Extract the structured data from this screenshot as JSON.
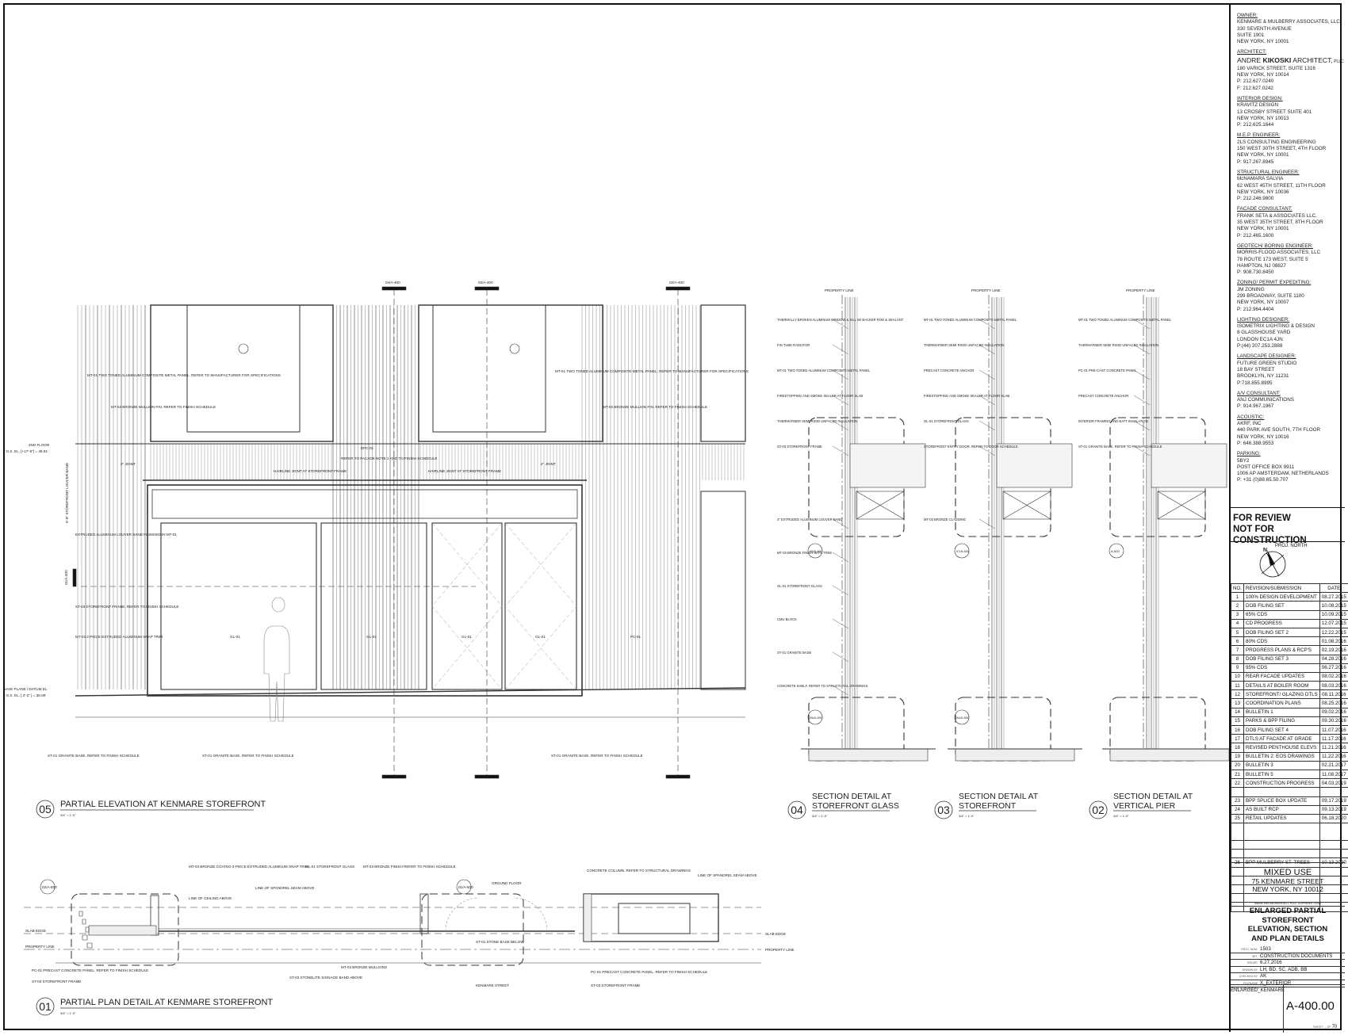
{
  "drawings": {
    "elevation": {
      "number": "05",
      "title": "PARTIAL ELEVATION AT KENMARE STOREFRONT",
      "scale": "3/4\" = 1'-0\"",
      "levels": [
        "2ND FLOOR",
        "T.O.S. EL. [+17'-5\"] = 49.91'",
        "BASE PLANE / DATUM EL.",
        "T.O.S. EL. [ 2'-2\" ] = 36.09'"
      ],
      "section_marks": [
        "04/A-400",
        "03/A-400",
        "02/A-400",
        "01/A-400"
      ],
      "notes": [
        "2\" JOINT",
        "EXTRUDED ALUMINUM LOUVER BAND FINISHED IN MT-01",
        "ST-03 STOREFRONT FRAME. REFER TO FINISH SCHEDULE",
        "MT-03 2 PIECE EXTRUDED ALUMINUM SNAP TRIM",
        "MT-01 TWO TONED ALUMINUM COMPOSITE METAL PANEL. REFER TO MANUFACTURER FOR SPECIFICATIONS",
        "MT-02 BRONZE MULLION FIN. REFER TO FINISH SCHEDULE",
        "HAIRLINE JOINT AT STOREFRONT FRAME",
        "REFER TO FACADE NOTE 1 AND TO FINISH SCHEDULE",
        "ST-01 GRANITE BASE. REFER TO FINISH SCHEDULE",
        "5'-8\" STOREFRONT LOUVER BAND"
      ],
      "tags": [
        "GL-01",
        "GL-01",
        "GL-01",
        "GL-01",
        "PC-01",
        "EPC-01"
      ]
    },
    "sections": [
      {
        "number": "04",
        "title_line1": "SECTION DETAIL AT",
        "title_line2": "STOREFRONT GLASS",
        "scale": "3/4\" = 1'-0\"",
        "property_line": "PROPERTY LINE",
        "callouts": [
          "06/A-500",
          "05/A-500"
        ],
        "notes": [
          "THERMALLY BROKEN ALUMINUM WINDOW & SILL W/ BACKER ROD & SEALANT",
          "FIN TUBE RADIATOR",
          "MT-01 TWO TONED ALUMINUM COMPOSITE METAL PANEL",
          "FIRESTOPPING AND SMOKE SEALER AT FLOOR SLAB",
          "THERMAFIBER SEMI RIGID UNFACED INSULATION",
          "ST-03 STOREFRONT FRAME",
          "4\" EXTRUDED ALUMINUM LOUVER BAND",
          "MT-03 BRONZE FINISH WITH TRIM",
          "GL-01 STOREFRONT GLASS",
          "CMU BLOCK",
          "ST-01 GRANITE BASE",
          "CONCRETE SHELF. REFER TO STRUCTURAL DRAWINGS"
        ]
      },
      {
        "number": "03",
        "title_line1": "SECTION DETAIL AT",
        "title_line2": "STOREFRONT",
        "scale": "3/4\" = 1'-0\"",
        "property_line": "PROPERTY LINE",
        "callouts": [
          "07/A-500",
          "04/A-500"
        ],
        "notes": [
          "MT-01 TWO TONED ALUMINUM COMPOSITE METAL PANEL",
          "THERMAFIBER SEMI RIGID UNFACED INSULATION",
          "PRECAST CONCRETE ANCHOR",
          "FIRESTOPPING AND SMOKE SEALER AT FLOOR SLAB",
          "GL-01 STOREFRONT GLASS",
          "STOREFRONT ENTRY DOOR. REFER TO DOOR SCHEDULE",
          "MT-03 BRONZE CLADDING"
        ]
      },
      {
        "number": "02",
        "title_line1": "SECTION DETAIL AT",
        "title_line2": "VERTICAL PIER",
        "scale": "3/4\" = 1'-0\"",
        "property_line": "PROPERTY LINE",
        "callouts": [
          "A-500"
        ],
        "notes": [
          "MT-01 TWO TONED ALUMINUM COMPOSITE METAL PANEL",
          "THERMAFIBER SEMI RIGID UNFACED INSULATION",
          "PC-01 PRE-CAST CONCRETE PANEL",
          "PRECAST CONCRETE ANCHOR",
          "INTERIOR FRAMING AND BATT INSULATION",
          "ST-01 GRANITE BASE. REFER TO FINISH SCHEDULE"
        ]
      }
    ],
    "plan": {
      "number": "01",
      "title": "PARTIAL PLAN DETAIL AT KENMARE STOREFRONT",
      "scale": "3/4\" = 1'-0\"",
      "lines": [
        "SLAB EDGE",
        "PROPERTY LINE",
        "LINE OF CEILING ABOVE",
        "LINE OF SPANDREL SEAM ABOVE",
        "GROUND FLOOR"
      ],
      "callouts": [
        "02/A-500",
        "01/A-500"
      ],
      "street": "KENMARE STREET",
      "notes": [
        "MT-03 BRONZE COATED 2-PIECE EXTRUDED ALUMINUM SNAP TRIM",
        "GL-01 STOREFRONT GLASS",
        "MT-03 BRONZE FINISH REFER TO FINISH SCHEDULE",
        "CONCRETE COLUMN. REFER TO STRUCTURAL DRAWINGS",
        "PC-01 PRECAST CONCRETE PANEL. REFER TO FINISH SCHEDULE",
        "ST-03 STOREFRONT FRAME",
        "ST-01 STONE BASE BELOW",
        "ST-03 STONELITE SIGNAGE BAND ABOVE",
        "MT-03 BRONZE MULLIONS"
      ]
    }
  },
  "title_block": {
    "consultants": [
      {
        "role": "OWNER:",
        "lines": [
          "KENMARE & MULBERRY ASSOCIATES, LLC",
          "330 SEVENTH AVENUE",
          "SUITE 1901",
          "NEW YORK, NY 10001"
        ]
      },
      {
        "role": "ARCHITECT:",
        "firm_a": "ANDRE ",
        "firm_b": "KIKOSKI",
        "firm_c": " ARCHITECT,",
        "firm_d": " PLLC",
        "lines": [
          "180 VARICK STREET, SUITE 1316",
          "NEW YORK, NY 10014",
          "P: 212.627.0240",
          "F: 212.627.0242"
        ]
      },
      {
        "role": "INTERIOR DESIGN:",
        "lines": [
          "KRAVITZ DESIGN",
          "13 CROSBY STREET SUITE 401",
          "NEW YORK, NY 10013",
          "P: 212.625.1644"
        ]
      },
      {
        "role": "M.E.P. ENGINEER:",
        "lines": [
          "2LS CONSULTING ENGINEERING",
          "150 WEST 30TH STREET, 4TH FLOOR",
          "NEW YORK, NY 10001",
          "P: 917.267.8945"
        ]
      },
      {
        "role": "STRUCTURAL ENGINEER:",
        "lines": [
          "McNAMARA SALVIA",
          "62 WEST 45TH STREET, 11TH FLOOR",
          "NEW YORK, NY 10036",
          "P: 212.246.9800"
        ]
      },
      {
        "role": "FACADE CONSULTANT:",
        "lines": [
          "FRANK SETA & ASSOCIATES LLC.",
          "35 WEST 35TH STREET, 8TH FLOOR",
          "NEW YORK, NY 10001",
          "P: 212.465.1600"
        ]
      },
      {
        "role": "GEOTECH/ BORING ENGINEER:",
        "lines": [
          "MORRIS-FLOOD ASSOCIATES, LLC",
          "78 ROUTE 173 WEST, SUITE 5",
          "HAMPTON, NJ 08827",
          "P: 908.730.8450"
        ]
      },
      {
        "role": "ZONING/ PERMIT EXPEDITING:",
        "lines": [
          "JM ZONING",
          "299 BROADWAY, SUITE 1100",
          "NEW YORK, NY 10007",
          "P: 212.964.4404"
        ]
      },
      {
        "role": "LIGHTING DESIGNER:",
        "lines": [
          "ISOMETRIX LIGHTING & DESIGN",
          "8 GLASSHOUSE YARD",
          "LONDON EC1A 4JN",
          "P:(44) 207.253.2888"
        ]
      },
      {
        "role": "LANDSCAPE DESIGNER:",
        "lines": [
          "FUTURE GREEN STUDIO",
          "18 BAY STREET",
          "BROOKLYN, NY 11231",
          "P:718.855.8995"
        ]
      },
      {
        "role": "A/V CONSULTANT:",
        "lines": [
          "ANJ COMMUNICATIONS",
          "P: 914.967.1967"
        ]
      },
      {
        "role": "ACOUSTIC:",
        "lines": [
          "AKRF, INC",
          "440 PARK AVE SOUTH, 7TH FLOOR",
          "NEW YORK, NY 10016",
          "P: 646.388.9553"
        ]
      },
      {
        "role": "PARKING:",
        "lines": [
          "5BY2",
          "POST OFFICE BOX 9911",
          "1006 AP AMSTERDAM, NETHERLANDS",
          "P: +31 (0)88.65.50.707"
        ]
      }
    ],
    "stamp": [
      "FOR REVIEW",
      "NOT FOR CONSTRUCTION"
    ],
    "north_label": "PROJ. NORTH",
    "revision_headers": [
      "NO.",
      "REVISION/SUBMISSION",
      "DATE"
    ],
    "revisions": [
      [
        "1",
        "100% DESIGN DEVELOPMENT",
        "08.27.2015"
      ],
      [
        "2",
        "DOB FILING SET",
        "10.08.2015"
      ],
      [
        "3",
        "65% CDS",
        "10.09.2015"
      ],
      [
        "4",
        "CD PROGRESS",
        "12.07.2015"
      ],
      [
        "5",
        "DOB FILING SET 2",
        "12.22.2015"
      ],
      [
        "6",
        "80% CDS",
        "01.08.2016"
      ],
      [
        "7",
        "PROGRESS PLANS & RCP'S",
        "02.19.2016"
      ],
      [
        "8",
        "DOB FILING SET 3",
        "04.28.2016"
      ],
      [
        "9",
        "95% CDS",
        "06.27.2016"
      ],
      [
        "10",
        "REAR FACADE UPDATES",
        "08.02.2016"
      ],
      [
        "11",
        "DETAILS AT BOILER ROOM",
        "08.03.2016"
      ],
      [
        "12",
        "STOREFRONT/ GLAZING DTLS",
        "08.11.2016"
      ],
      [
        "13",
        "COORDINATION PLANS",
        "08.25.2016"
      ],
      [
        "14",
        "BULLETIN 1",
        "09.02.2016"
      ],
      [
        "15",
        "PARKS & BPP FILING",
        "09.30.2016"
      ],
      [
        "16",
        "DOB FILING SET 4",
        "11.07.2016"
      ],
      [
        "17",
        "DTLS AT FACADE AT GRADE",
        "11.17.2016"
      ],
      [
        "18",
        "REVISED PENTHOUSE ELEVS.",
        "11.21.2016"
      ],
      [
        "19",
        "BULLETIN 2: EOS DRAWINGS",
        "11.22.2016"
      ],
      [
        "20",
        "BULLETIN 3",
        "02.21.2017"
      ],
      [
        "21",
        "BULLETIN 5",
        "11.08.2017"
      ],
      [
        "22",
        "CONSTRUCTION PROGRESS",
        "04.03.2019"
      ],
      [
        "",
        "",
        ""
      ],
      [
        "23",
        "BPP SPLICE BOX UPDATE",
        "09.17.2019"
      ],
      [
        "24",
        "AS BUILT RCP",
        "09.13.2019"
      ],
      [
        "25",
        "RETAIL UPDATES",
        "06.18.2020"
      ],
      [
        "",
        "",
        ""
      ],
      [
        "",
        "",
        ""
      ],
      [
        "",
        "",
        ""
      ],
      [
        "26",
        "BPP MULBERRY ST. TREES",
        "10.13.2020"
      ],
      [
        "",
        "",
        ""
      ],
      [
        "",
        "",
        ""
      ],
      [
        "",
        "",
        ""
      ],
      [
        "",
        "",
        ""
      ],
      [
        "",
        "",
        ""
      ]
    ],
    "project": {
      "name": "MIXED USE",
      "address1": "75 KENMARE STREET",
      "address2": "NEW YORK, NY 10012"
    },
    "copyright": "ANDRE KIKOSKI ARCHITECT, PLLC. COPYRIGHT ©2016",
    "sheet_title": [
      "ENLARGED PARTIAL",
      "STOREFRONT",
      "ELEVATION, SECTION",
      "AND PLAN DETAILS"
    ],
    "meta": [
      {
        "label": "PROJ. NUM.",
        "value": "1503"
      },
      {
        "label": "SET",
        "value": "CONSTRUCTION DOCUMENTS"
      },
      {
        "label": "ISSUED",
        "value": "6.27.2016"
      },
      {
        "label": "DRAWN BY",
        "value": "LH, BD, SC, ADB, BB"
      },
      {
        "label": "CHECKED BY",
        "value": "AK"
      },
      {
        "label": "FILENAME",
        "value": "X_EXTERIOR ENLARGED_KENMARE"
      }
    ],
    "seal_label": "SEAL & SIGNATURE:",
    "sheet_number": "A-400.00",
    "sheet_of_label": "SHEET --  OF",
    "sheet_total": "70"
  }
}
